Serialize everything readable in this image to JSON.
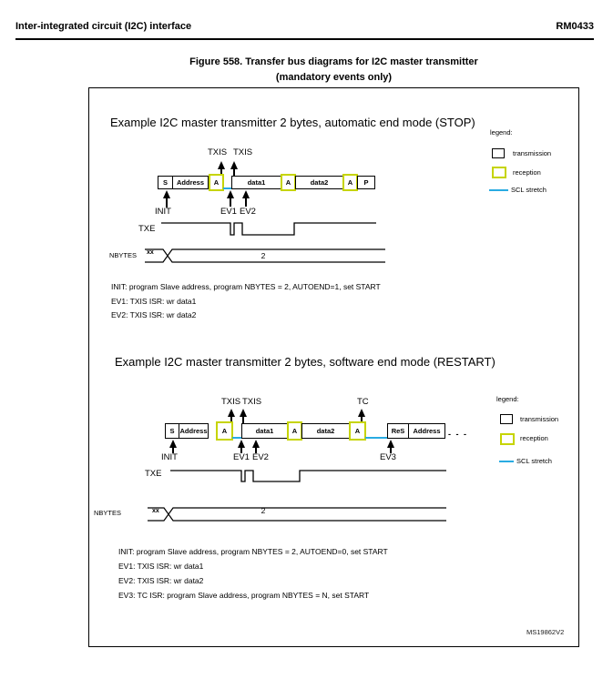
{
  "header": {
    "left": "Inter-integrated circuit (I2C) interface",
    "right": "RM0433"
  },
  "figure": {
    "title_line1": "Figure 558. Transfer bus diagrams for I2C master transmitter",
    "title_line2": "(mandatory events only)",
    "watermark": "MS19862V2"
  },
  "colors": {
    "reception_border": "#c6d400",
    "scl_stretch": "#29abe2",
    "text": "#000000"
  },
  "legend": {
    "title": "legend:",
    "transmission": "transmission",
    "reception": "reception",
    "scl_stretch": "SCL stretch"
  },
  "diagram1": {
    "title": "Example I2C master transmitter 2 bytes, automatic end mode (STOP)",
    "bus": [
      "S",
      "Address",
      "A",
      "data1",
      "A",
      "data2",
      "A",
      "P"
    ],
    "events": {
      "txis1": "TXIS",
      "txis2": "TXIS",
      "init": "INIT",
      "ev1": "EV1",
      "ev2": "EV2"
    },
    "signals": {
      "txe": "TXE",
      "nbytes": "NBYTES",
      "nbytes_old": "xx",
      "nbytes_new": "2"
    },
    "notes": [
      "INIT: program Slave address, program NBYTES = 2, AUTOEND=1, set START",
      "EV1: TXIS ISR: wr data1",
      "EV2: TXIS ISR: wr data2"
    ]
  },
  "diagram2": {
    "title": "Example I2C master transmitter 2 bytes, software end mode (RESTART)",
    "bus": [
      "S",
      "Address",
      "A",
      "data1",
      "A",
      "data2",
      "A",
      "ReS",
      "Address"
    ],
    "ellipsis": "- - -",
    "events": {
      "txis1": "TXIS",
      "txis2": "TXIS",
      "tc": "TC",
      "init": "INIT",
      "ev1": "EV1",
      "ev2": "EV2",
      "ev3": "EV3"
    },
    "signals": {
      "txe": "TXE",
      "nbytes": "NBYTES",
      "nbytes_old": "xx",
      "nbytes_new": "2"
    },
    "notes": [
      "INIT: program Slave address, program NBYTES = 2, AUTOEND=0, set START",
      "EV1: TXIS ISR: wr data1",
      "EV2: TXIS ISR: wr data2",
      "EV3: TC ISR: program Slave address, program NBYTES = N, set START"
    ]
  }
}
